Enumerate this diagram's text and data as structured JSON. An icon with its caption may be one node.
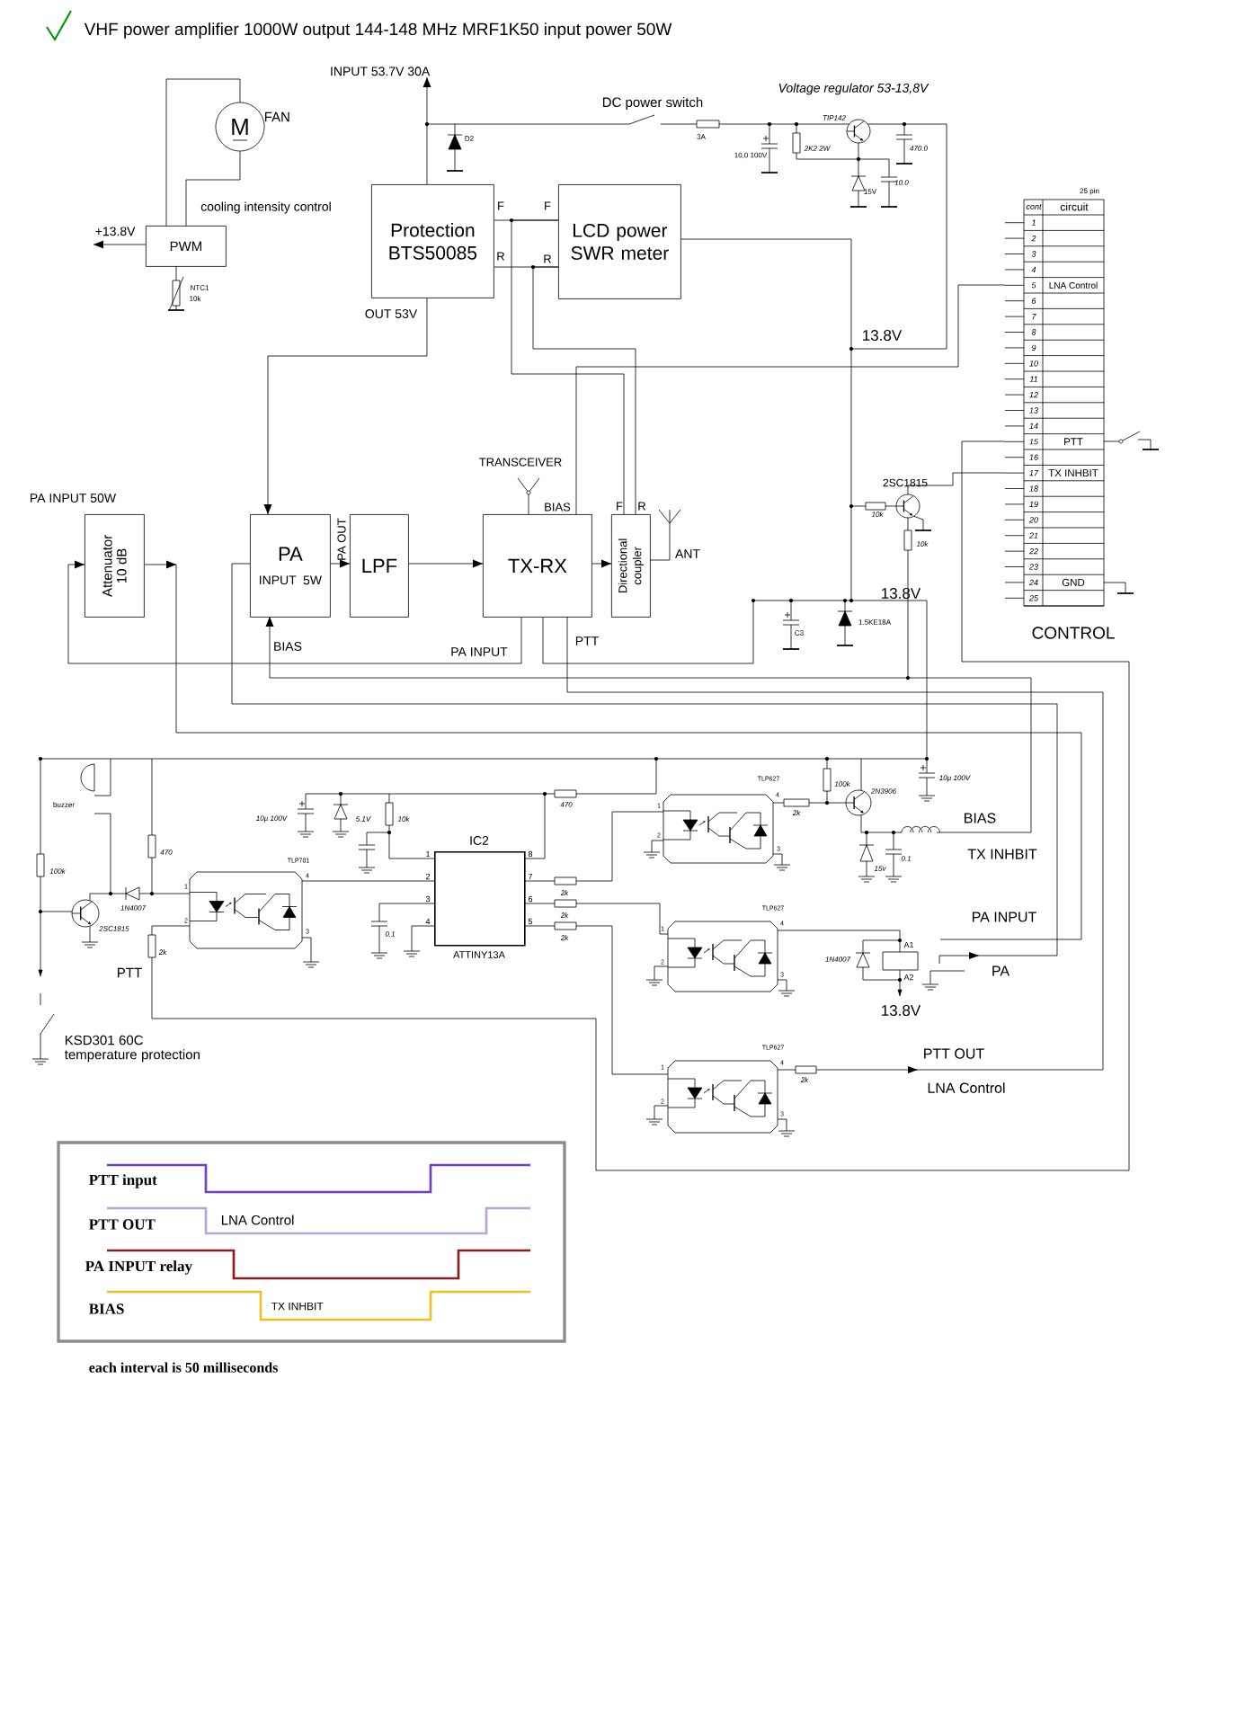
{
  "diagram": {
    "title": "VHF power amplifier 1000W output 144-148 MHz MRF1K50 input power 50W",
    "caption": "each interval is 50 milliseconds",
    "nodes": [
      {
        "text": [
          "M"
        ],
        "beside": [
          "FAN"
        ]
      },
      {
        "text": [
          "PWM"
        ]
      },
      {
        "text": [
          "Protection BTS50085"
        ]
      },
      {
        "text": [
          "LCD power SWR meter"
        ]
      },
      {
        "text": [
          "Attenuator 10 dB"
        ]
      },
      {
        "text": [
          "PA",
          "INPUT 5W"
        ]
      },
      {
        "text": [
          "LPF"
        ]
      },
      {
        "text": [
          "TX-RX"
        ]
      },
      {
        "text": [
          "Directional coupler"
        ]
      },
      {
        "text": [
          "IC2",
          "ATTINY13A"
        ]
      },
      {
        "text": [
          "+13.8V"
        ]
      },
      {
        "text": [
          "INPUT 53.7V 30A"
        ]
      }
    ],
    "edges": [
      {
        "from": 0,
        "to": 1,
        "arrow": "none"
      },
      {
        "from": 0,
        "to": 1,
        "arrow": "none"
      },
      {
        "from": 1,
        "to": 10,
        "arrow": "to"
      },
      {
        "from": 2,
        "to": 11,
        "arrow": "to"
      },
      {
        "from": 2,
        "to": 3,
        "arrow": "none"
      },
      {
        "from": 2,
        "to": 3,
        "arrow": "none"
      },
      {
        "from": 8,
        "to": 3,
        "arrow": "none"
      },
      {
        "from": 8,
        "to": 3,
        "arrow": "none"
      },
      {
        "from": 2,
        "to": 5,
        "arrow": "to"
      },
      {
        "from": 5,
        "to": 6,
        "arrow": "to"
      },
      {
        "from": 6,
        "to": 7,
        "arrow": "to"
      },
      {
        "from": 7,
        "to": 8,
        "arrow": "to"
      },
      {
        "from": 7,
        "to": 4,
        "arrow": "to",
        "label": "PA INPUT"
      },
      {
        "from": 4,
        "to": null,
        "arrow": "to"
      },
      {
        "from": null,
        "to": 5,
        "arrow": "to",
        "label": "BIAS"
      },
      {
        "from": 3,
        "to": 7,
        "arrow": "none"
      }
    ],
    "labels": [
      "DC power switch",
      "Voltage regulator 53-13,8V",
      "TIP142",
      "3A",
      "10,0 100V",
      "2K2 2W",
      "470.0",
      "10.0",
      "15V",
      "D2",
      "cooling intensity control",
      "NTC1",
      "10k",
      "F",
      "F",
      "R",
      "R",
      "OUT 53V",
      "13.8V",
      "25 pin",
      "cont",
      "circuit",
      "1",
      "2",
      "3",
      "4",
      "5",
      "LNA Control",
      "6",
      "7",
      "8",
      "9",
      "10",
      "11",
      "12",
      "13",
      "14",
      "15",
      "PTT",
      "16",
      "17",
      "TX INHBIT",
      "18",
      "19",
      "20",
      "21",
      "22",
      "23",
      "24",
      "GND",
      "25",
      "CONTROL",
      "TRANSCEIVER",
      "BIAS",
      "F",
      "R",
      "ANT",
      "PA OUT",
      "PA INPUT 50W",
      "2SC1815",
      "10k",
      "10k",
      "13.8V",
      "C3",
      "1.5KE18A",
      "PTT",
      "buzzer",
      "100k",
      "470",
      "1N4007",
      "2SC1815",
      "TLP781",
      "1",
      "4",
      "2",
      "3",
      "2k",
      "PTT",
      "10µ 100V",
      "5.1V",
      "10k",
      "470",
      "1",
      "8",
      "2",
      "7",
      "3",
      "6",
      "4",
      "5",
      "0.1",
      "2k",
      "2k",
      "2k",
      "TLP627",
      "1",
      "4",
      "2",
      "3",
      "100k",
      "2k",
      "2N3906",
      "10µ 100V",
      "15v",
      "0.1",
      "BIAS",
      "TX INHBIT",
      "PA INPUT",
      "TLP627",
      "1",
      "4",
      "2",
      "3",
      "1N4007",
      "A1",
      "A2",
      "PA",
      "13.8V",
      "TLP627",
      "1",
      "4",
      "2",
      "3",
      "2k",
      "PTT OUT",
      "LNA Control",
      "KSD301 60C temperature protection",
      "PTT input",
      "PTT OUT",
      "LNA Control",
      "PA INPUT relay",
      "BIAS",
      "TX INHBIT"
    ]
  }
}
